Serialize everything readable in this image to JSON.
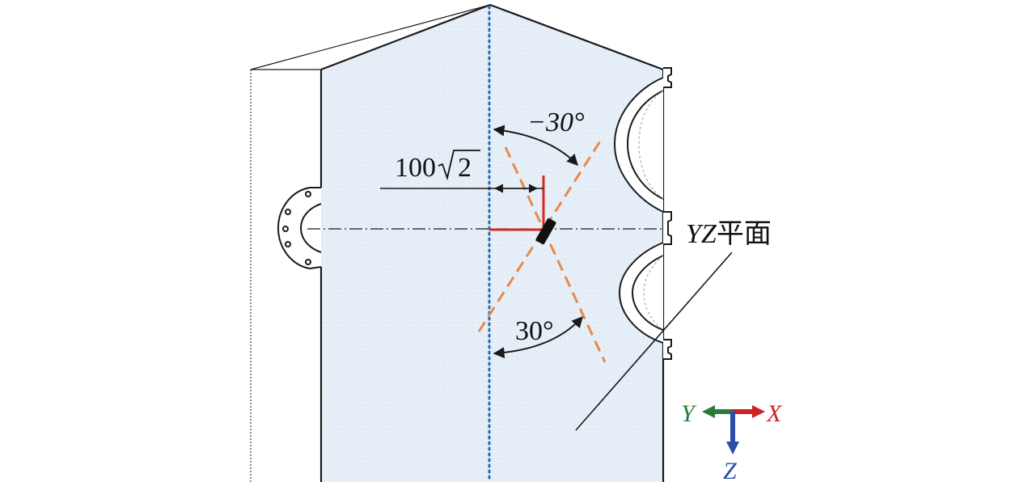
{
  "labels": {
    "dim_value": "100",
    "dim_radicand": "2",
    "angle_upper": "−30°",
    "angle_lower": "30°",
    "plane_label_letters": "YZ",
    "plane_label_chinese": "平面"
  },
  "axes": {
    "x": "X",
    "y": "Y",
    "z": "Z"
  },
  "colors": {
    "panel_fill": "#e4eef8",
    "centerline_blue": "#2a6bb5",
    "cut_lines_orange": "#e8894a",
    "marker_red": "#d42a1e",
    "axis_x": "#cc2222",
    "axis_y": "#2c7a3a",
    "axis_z": "#2a4ea8",
    "outline": "#1a1a1a"
  }
}
